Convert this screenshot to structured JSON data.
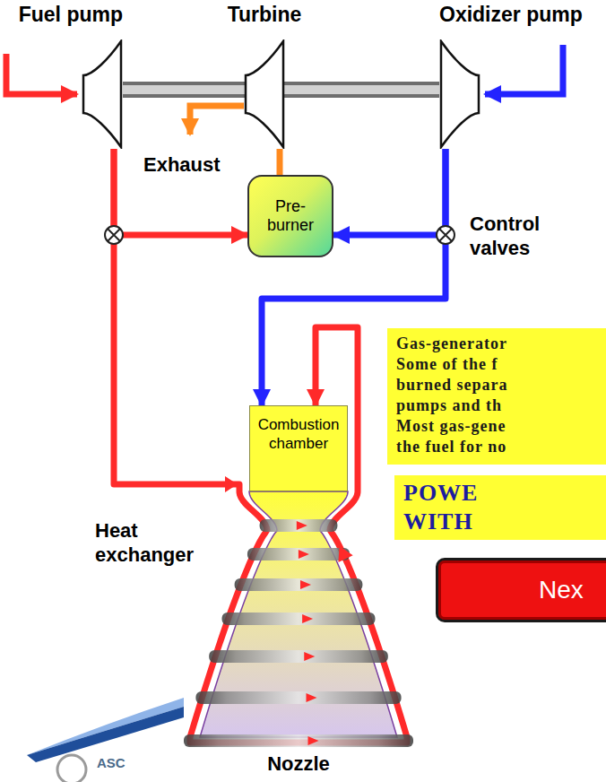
{
  "diagram": {
    "nodes": [
      {
        "text": [
          "Fuel pump"
        ]
      },
      {
        "text": [
          "Turbine"
        ]
      },
      {
        "text": [
          "Oxidizer pump"
        ]
      },
      {
        "text": [
          "Pre- burner"
        ]
      },
      {
        "text": [
          "Gas-generator Some of the f burned separa pumps and th Most gas-gene the fuel for no"
        ]
      },
      {
        "text": [
          "Combustion chamber"
        ]
      },
      {
        "text": [
          "POWE",
          "WITH"
        ]
      },
      {
        "text": [
          "Nex"
        ]
      }
    ],
    "edges": [
      {
        "from": 0,
        "to": 1,
        "arrow": "none"
      },
      {
        "from": 1,
        "to": 2,
        "arrow": "none"
      },
      {
        "from": 0,
        "to": 3,
        "arrow": "to"
      },
      {
        "from": 0,
        "to": 5,
        "arrow": "to"
      },
      {
        "from": 2,
        "to": 3,
        "arrow": "to"
      },
      {
        "from": 2,
        "to": 5,
        "arrow": "to"
      },
      {
        "from": 3,
        "to": 1,
        "arrow": "none"
      }
    ],
    "labels": [
      "Exhaust",
      "Control valves",
      "Heat exchanger",
      "Nozzle",
      "ASC"
    ]
  }
}
